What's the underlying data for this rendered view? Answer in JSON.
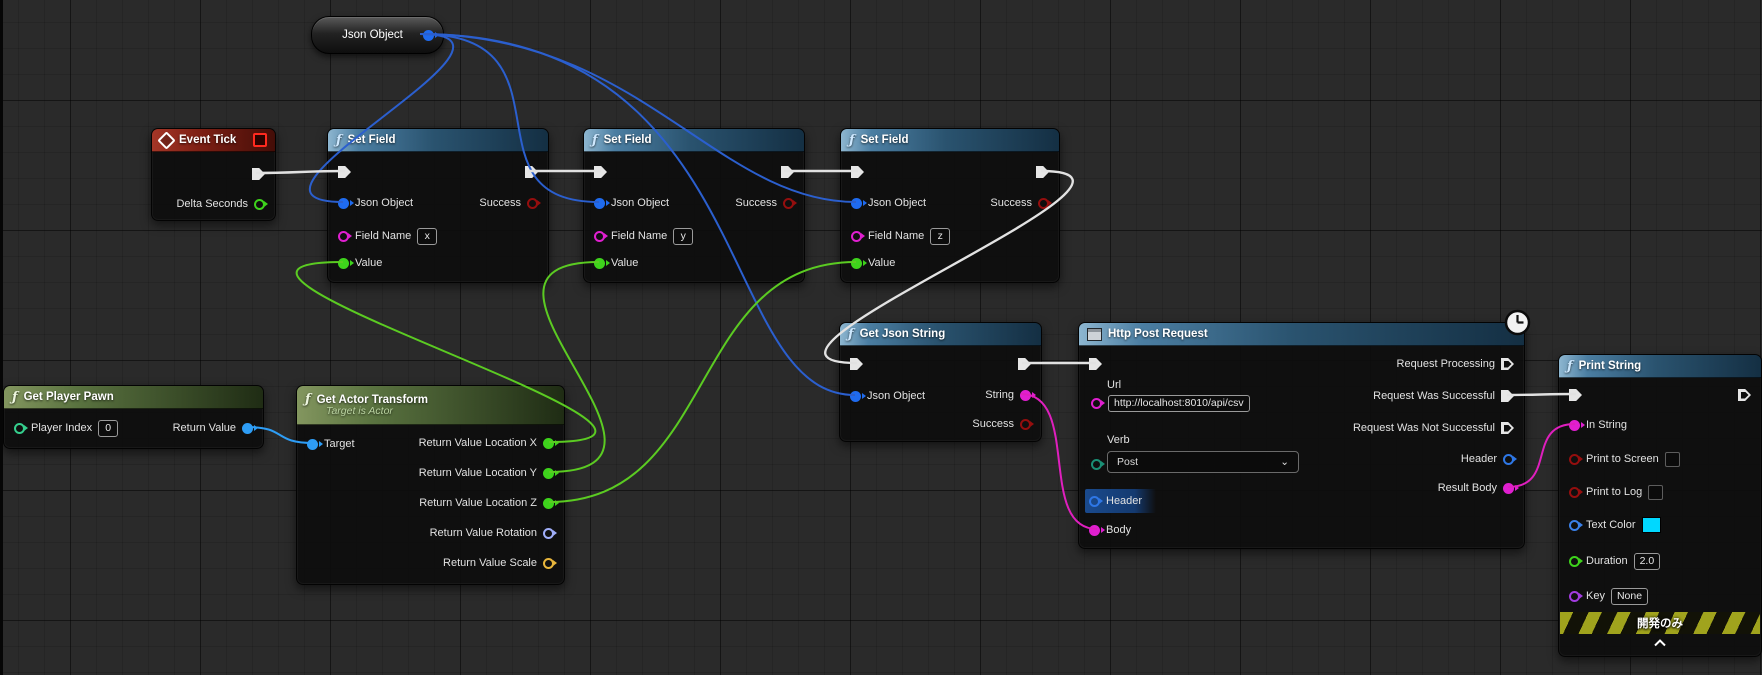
{
  "graph": {
    "type": "unreal-blueprint-event-graph",
    "nodes": {
      "json_object_var": {
        "title": "Json Object"
      },
      "event_tick": {
        "title": "Event Tick",
        "delta_seconds": "Delta Seconds"
      },
      "set_fields": [
        {
          "title": "Set Field",
          "json_object": "Json Object",
          "field_name": "Field Name",
          "field_value": "x",
          "value": "Value",
          "success": "Success"
        },
        {
          "title": "Set Field",
          "json_object": "Json Object",
          "field_name": "Field Name",
          "field_value": "y",
          "value": "Value",
          "success": "Success"
        },
        {
          "title": "Set Field",
          "json_object": "Json Object",
          "field_name": "Field Name",
          "field_value": "z",
          "value": "Value",
          "success": "Success"
        }
      ],
      "get_json_string": {
        "title": "Get Json String",
        "json_object": "Json Object",
        "string": "String",
        "success": "Success"
      },
      "http_post_request": {
        "title": "Http Post Request",
        "url_label": "Url",
        "url_value": "http://localhost:8010/api/csv",
        "verb_label": "Verb",
        "verb_value": "Post",
        "header_in": "Header",
        "body_in": "Body",
        "request_processing": "Request Processing",
        "request_was_successful": "Request Was Successful",
        "request_was_not_successful": "Request Was Not Successful",
        "header_out": "Header",
        "result_body": "Result Body"
      },
      "print_string": {
        "title": "Print String",
        "in_string": "In String",
        "print_to_screen": "Print to Screen",
        "print_to_log": "Print to Log",
        "text_color": "Text Color",
        "text_color_value": "#00d8ff",
        "duration": "Duration",
        "duration_value": "2.0",
        "key": "Key",
        "key_value": "None",
        "dev_banner": "開発のみ"
      },
      "get_player_pawn": {
        "title": "Get Player Pawn",
        "player_index": "Player Index",
        "player_index_value": "0",
        "return_value": "Return Value"
      },
      "get_actor_transform": {
        "title": "Get Actor Transform",
        "subtitle": "Target is Actor",
        "target": "Target",
        "loc_x": "Return Value Location X",
        "loc_y": "Return Value Location Y",
        "loc_z": "Return Value Location Z",
        "rotation": "Return Value Rotation",
        "scale": "Return Value Scale"
      }
    },
    "colors": {
      "exec_wire": "#e6e6e6",
      "json_wire": "#2b5fce",
      "float_wire": "#5bcb22",
      "object_wire": "#2e9df5",
      "string_wire": "#df1fbe",
      "text_color_swatch": "#00d8ff"
    }
  }
}
